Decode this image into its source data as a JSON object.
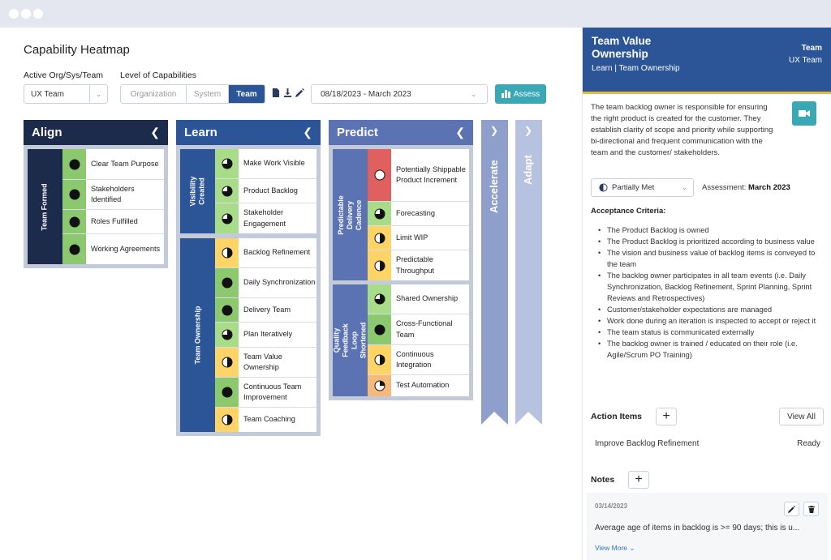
{
  "page": {
    "title": "Capability Heatmap",
    "org_label": "Active Org/Sys/Team",
    "org_value": "UX Team",
    "level_label": "Level of Capabilities",
    "levels": [
      "Organization",
      "System",
      "Team"
    ],
    "active_level": "Team",
    "date_range": "08/18/2023 - March 2023",
    "assess_label": "Assess"
  },
  "colors": {
    "full": "#8cc96e",
    "mostly": "#a8dc88",
    "partial": "#ffd466",
    "low": "#f5b97a",
    "not": "#e06060",
    "navy": "#1c2a4b",
    "blue": "#2b5597",
    "predict": "#5b73b2",
    "accelerate": "#8f9fcc",
    "adapt": "#b7c1e0"
  },
  "columns": [
    {
      "name": "Align",
      "groups": [
        {
          "label": "Team Formed",
          "items": [
            {
              "text": "Clear Team Purpose",
              "status": "full"
            },
            {
              "text": "Stakeholders Identified",
              "status": "full"
            },
            {
              "text": "Roles Fulfilled",
              "status": "full"
            },
            {
              "text": "Working Agreements",
              "status": "full"
            }
          ]
        }
      ]
    },
    {
      "name": "Learn",
      "groups": [
        {
          "label": "Visibility Created",
          "items": [
            {
              "text": "Make Work Visible",
              "status": "mostly"
            },
            {
              "text": "Product Backlog",
              "status": "mostly"
            },
            {
              "text": "Stakeholder Engagement",
              "status": "mostly"
            }
          ]
        },
        {
          "label": "Team Ownership",
          "items": [
            {
              "text": "Backlog Refinement",
              "status": "partial"
            },
            {
              "text": "Daily Synchronization",
              "status": "full"
            },
            {
              "text": "Delivery Team",
              "status": "full"
            },
            {
              "text": "Plan Iteratively",
              "status": "mostly"
            },
            {
              "text": "Team Value Ownership",
              "status": "partial"
            },
            {
              "text": "Continuous Team Improvement",
              "status": "full"
            },
            {
              "text": "Team Coaching",
              "status": "partial"
            }
          ]
        }
      ]
    },
    {
      "name": "Predict",
      "groups": [
        {
          "label": "Predictable Delivery Cadence",
          "items": [
            {
              "text": "Potentially Shippable Product Increment",
              "status": "not"
            },
            {
              "text": "Forecasting",
              "status": "mostly"
            },
            {
              "text": "Limit WIP",
              "status": "partial"
            },
            {
              "text": "Predictable Throughput",
              "status": "partial"
            }
          ]
        },
        {
          "label": "Quality Feedback Loop Shortened",
          "items": [
            {
              "text": "Shared Ownership",
              "status": "mostly"
            },
            {
              "text": "Cross-Functional Team",
              "status": "full"
            },
            {
              "text": "Continuous Integration",
              "status": "partial"
            },
            {
              "text": "Test Automation",
              "status": "low"
            }
          ]
        }
      ]
    }
  ],
  "collapsed": [
    "Accelerate",
    "Adapt"
  ],
  "panel": {
    "title": "Team Value Ownership",
    "breadcrumb": "Learn | Team Ownership",
    "level": "Team",
    "team": "UX Team",
    "description": "The team backlog owner is responsible for ensuring the right product is created for the customer. They establish clarity of scope and priority while supporting bi-directional and frequent communication with the team and the customer/ stakeholders.",
    "status_value": "Partially Met",
    "assessment_label": "Assessment:",
    "assessment_value": "March 2023",
    "criteria_heading": "Acceptance Criteria:",
    "criteria": [
      "The Product Backlog is owned",
      "The Product Backlog is prioritized according to business value",
      "The vision and business value of backlog items is conveyed to the team",
      "The backlog owner participates in all team events (i.e. Daily Synchronization, Backlog Refinement, Sprint Planning, Sprint Reviews and Retrospectives)",
      "Customer/stakeholder expectations are managed",
      "Work done during an iteration is inspected to accept or reject it",
      "The team status is communicated externally",
      "The backlog owner is trained / educated on their role (i.e. Agile/Scrum PO Training)"
    ],
    "action_items_heading": "Action Items",
    "view_all": "View All",
    "action_item": {
      "text": "Improve Backlog Refinement",
      "status": "Ready"
    },
    "notes_heading": "Notes",
    "note": {
      "date": "03/14/2023",
      "text": "Average age of items in backlog is >= 90 days; this is u...",
      "more": "View More"
    }
  }
}
